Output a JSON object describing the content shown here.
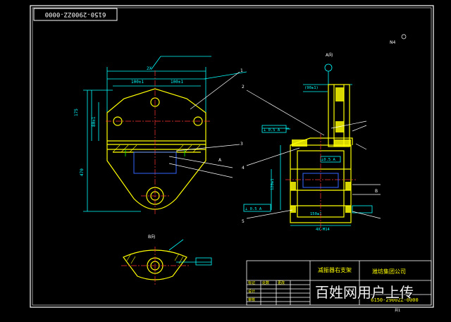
{
  "drawing": {
    "code_top": "6150-2900ZZ-0000",
    "code_block": "6150-2900ZZ-0000",
    "view_a_label": "A向",
    "section_label": "B向",
    "title_block": {
      "part_name": "减振器右支架",
      "company": "潍坊集团公司",
      "sheet": "共1"
    },
    "note_n4": "N4",
    "leaders": [
      "1",
      "2",
      "3",
      "4",
      "5",
      "A",
      "B"
    ]
  },
  "watermark": "百姓网用户上传",
  "colors": {
    "background": "#000000",
    "frame": "#ffffff",
    "geometry": "#ffff00",
    "dimension": "#00ffff",
    "hatch": "#ffff00",
    "center": "#ff3333",
    "blue": "#3366ff",
    "green": "#00ff00"
  }
}
